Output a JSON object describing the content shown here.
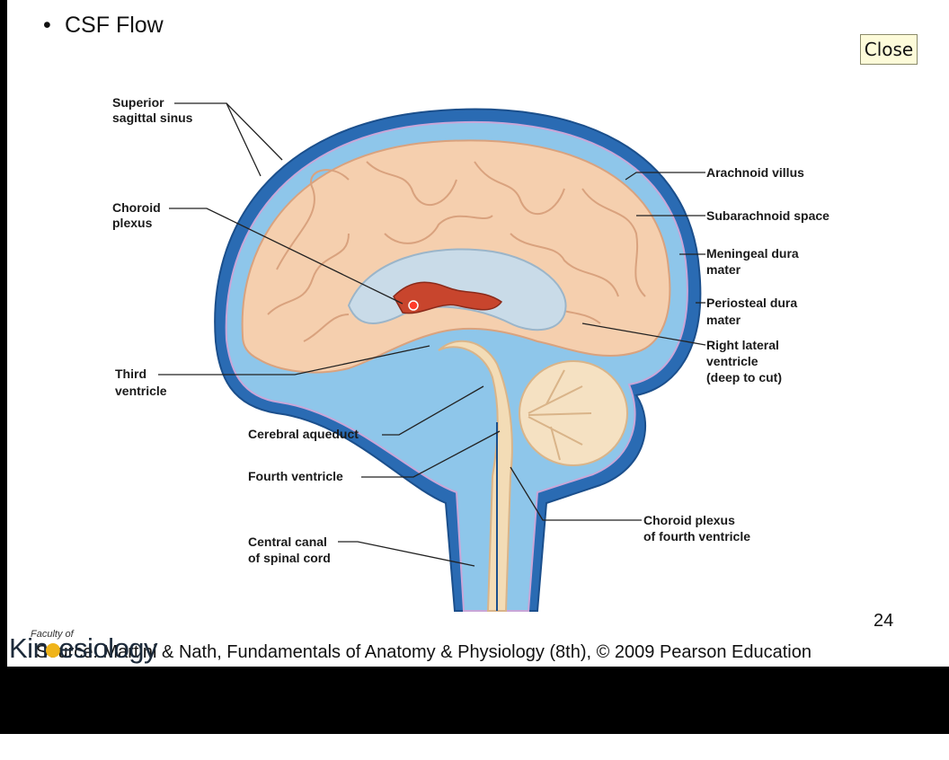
{
  "slide": {
    "bullet_text": "CSF Flow",
    "close_label": "Close",
    "page_number": "24",
    "source_text": "Source: Martini & Nath, Fundamentals of Anatomy & Physiology (8th), © 2009 Pearson Education",
    "logo_small": "Faculty of",
    "logo_big_start": "Kin",
    "logo_big_end": "esiology"
  },
  "labels": {
    "superior_sagittal_1": "Superior",
    "superior_sagittal_2": "sagittal sinus",
    "choroid_plexus_1": "Choroid",
    "choroid_plexus_2": "plexus",
    "third_ventricle_1": "Third",
    "third_ventricle_2": "ventricle",
    "cerebral_aqueduct": "Cerebral aqueduct",
    "fourth_ventricle": "Fourth ventricle",
    "central_canal_1": "Central canal",
    "central_canal_2": "of spinal cord",
    "arachnoid_villus": "Arachnoid villus",
    "subarachnoid_space": "Subarachnoid space",
    "meningeal_dura_1": "Meningeal dura",
    "meningeal_dura_2": "mater",
    "periosteal_dura_1": "Periosteal dura",
    "periosteal_dura_2": "mater",
    "right_lateral_1": "Right lateral",
    "right_lateral_2": "ventricle",
    "right_lateral_3": "(deep to cut)",
    "choroid_fourth_1": "Choroid plexus",
    "choroid_fourth_2": "of fourth ventricle"
  },
  "colors": {
    "csf_blue": "#5aa6d6",
    "dura_blue": "#1f5fa8",
    "brain_tan": "#f5cfae",
    "brain_line": "#d9a27e",
    "brainstem": "#f3dcb6",
    "choroid_red": "#c8452d"
  }
}
